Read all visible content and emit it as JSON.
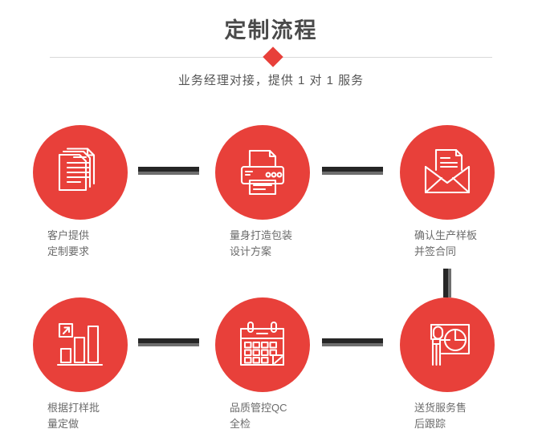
{
  "header": {
    "title": "定制流程",
    "subtitle": "业务经理对接，提供 1 对 1 服务",
    "accent_color": "#e8403a",
    "title_color": "#4a4a4a",
    "divider_color": "#d8d8d8",
    "diamond_icon": "diamond-marker"
  },
  "theme": {
    "circle_color": "#e8403a",
    "connector_color": "#262626",
    "connector_shadow_color": "#6e6e6e",
    "caption_color": "#6b6b6b",
    "background": "#ffffff"
  },
  "steps": [
    {
      "index": "1",
      "icon": "documents-stack-icon",
      "line1": "客户提供",
      "line2": "定制要求"
    },
    {
      "index": "2",
      "icon": "printer-icon",
      "line1": "量身打造包装",
      "line2": "设计方案"
    },
    {
      "index": "3",
      "icon": "envelope-letter-icon",
      "line1": "确认生产样板",
      "line2": "并签合同"
    },
    {
      "index": "4",
      "icon": "bar-chart-growth-icon",
      "line1": "根据打样批",
      "line2": "量定做"
    },
    {
      "index": "5",
      "icon": "calendar-check-icon",
      "line1": "品质管控QC",
      "line2": "全检"
    },
    {
      "index": "6",
      "icon": "presentation-pie-chart-icon",
      "line1": "送货服务售",
      "line2": "后跟踪"
    }
  ],
  "connectors": [
    {
      "name": "connector-step1-step2",
      "orientation": "horizontal"
    },
    {
      "name": "connector-step2-step3",
      "orientation": "horizontal"
    },
    {
      "name": "connector-step3-step6",
      "orientation": "vertical"
    },
    {
      "name": "connector-step4-step5",
      "orientation": "horizontal"
    },
    {
      "name": "connector-step5-step6",
      "orientation": "horizontal"
    }
  ]
}
